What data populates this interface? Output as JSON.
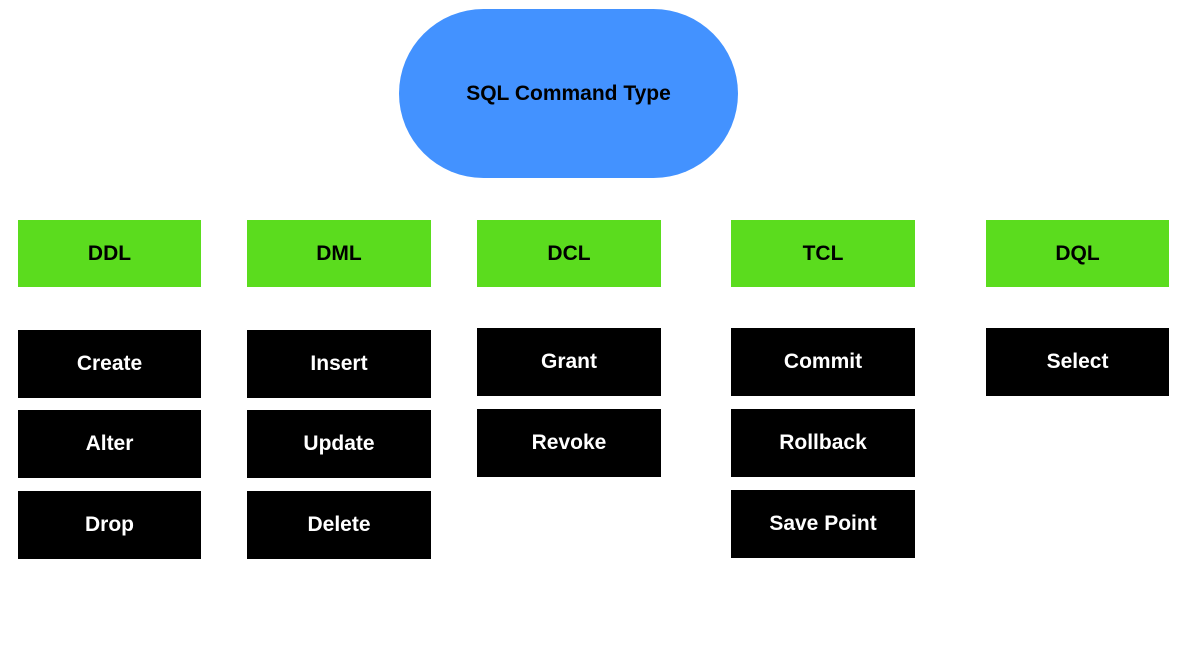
{
  "diagram": {
    "root": {
      "label": "SQL Command Type"
    },
    "categories": [
      {
        "label": "DDL",
        "commands": [
          "Create",
          "Alter",
          "Drop"
        ]
      },
      {
        "label": "DML",
        "commands": [
          "Insert",
          "Update",
          "Delete"
        ]
      },
      {
        "label": "DCL",
        "commands": [
          "Grant",
          "Revoke"
        ]
      },
      {
        "label": "TCL",
        "commands": [
          "Commit",
          "Rollback",
          "Save Point"
        ]
      },
      {
        "label": "DQL",
        "commands": [
          "Select"
        ]
      }
    ]
  },
  "colors": {
    "root_fill": "#4392ff",
    "category_fill": "#5bdc1e",
    "command_fill": "#000000",
    "command_text": "#ffffff"
  }
}
